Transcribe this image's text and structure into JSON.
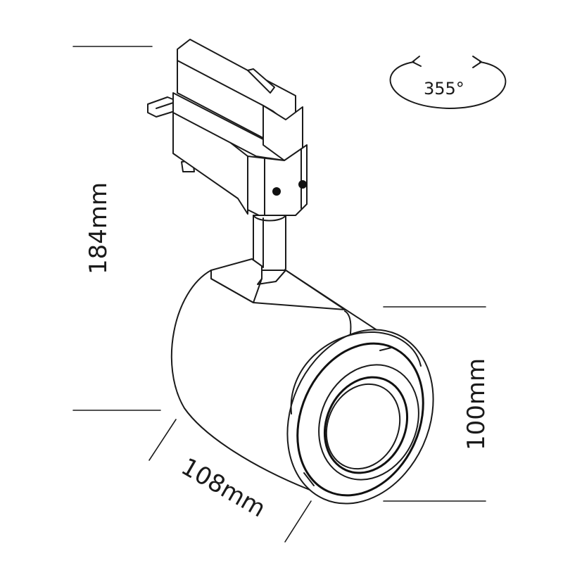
{
  "dimensions": {
    "height_label": "184mm",
    "diameter_label": "100mm",
    "length_label": "108mm"
  },
  "rotation": {
    "label": "355°"
  },
  "colors": {
    "line": "#1a1a1a",
    "background": "#ffffff"
  }
}
